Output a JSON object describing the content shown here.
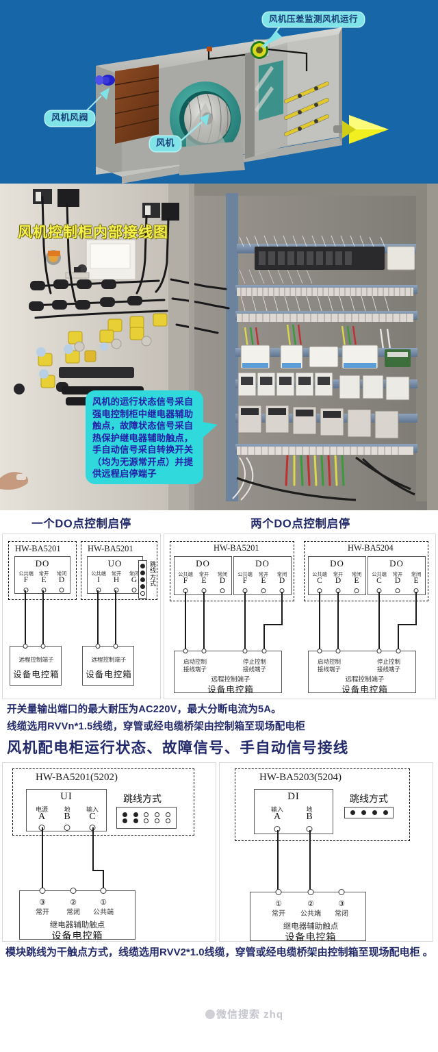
{
  "hero": {
    "background_color": "#1766a8",
    "callouts": [
      {
        "id": "pressure",
        "text": "风机压差监测风机运行"
      },
      {
        "id": "damper",
        "text": "风机风阀"
      },
      {
        "id": "fan",
        "text": "风机"
      }
    ]
  },
  "photo": {
    "title": "风机控制柜内部接线图",
    "note": "风机的运行状态信号采自强电控制柜中继电器辅助触点，故障状态信号采自热保护继电器辅助触点，手自动信号采自转换开关 （均为无源常开点）并提供远程启停端子"
  },
  "do_section": {
    "heading_left": "一个DO点控制启停",
    "heading_right": "两个DO点控制启停",
    "left_panel": {
      "modules": [
        {
          "title": "HW-BA5201",
          "io": "DO",
          "pins": [
            {
              "cn": "公共端",
              "id": "F"
            },
            {
              "cn": "常开",
              "id": "E"
            },
            {
              "cn": "常闭",
              "id": "D"
            }
          ]
        },
        {
          "title": "HW-BA5201",
          "io": "UO",
          "pins": [
            {
              "cn": "公共端",
              "id": "I"
            },
            {
              "cn": "常开",
              "id": "H"
            },
            {
              "cn": "常闭",
              "id": "G"
            }
          ]
        }
      ],
      "jumper_label": "跳线方式",
      "jumper_dots": [
        "filled",
        "filled",
        "filled",
        "filled",
        "open"
      ],
      "cabinets": [
        {
          "line1": "远程控制端子",
          "line2": "设备电控箱"
        },
        {
          "line1": "远程控制端子",
          "line2": "设备电控箱"
        }
      ]
    },
    "right_panel": {
      "groups": [
        {
          "title": "HW-BA5201",
          "modules": [
            {
              "io": "DO",
              "pins": [
                {
                  "cn": "公共端",
                  "id": "F"
                },
                {
                  "cn": "常开",
                  "id": "E"
                },
                {
                  "cn": "常闭",
                  "id": "D"
                }
              ]
            },
            {
              "io": "DO",
              "pins": [
                {
                  "cn": "公共端",
                  "id": "F"
                },
                {
                  "cn": "常开",
                  "id": "E"
                },
                {
                  "cn": "常闭",
                  "id": "D"
                }
              ]
            }
          ],
          "cabinet": {
            "start_label1": "启动控制",
            "start_label2": "接线端子",
            "stop_label1": "停止控制",
            "stop_label2": "接线端子",
            "mid": "远程控制端子",
            "bottom": "设备电控箱"
          }
        },
        {
          "title": "HW-BA5204",
          "modules": [
            {
              "io": "DO",
              "pins": [
                {
                  "cn": "公共端",
                  "id": "C"
                },
                {
                  "cn": "常开",
                  "id": "D"
                },
                {
                  "cn": "常闭",
                  "id": "E"
                }
              ]
            },
            {
              "io": "DO",
              "pins": [
                {
                  "cn": "公共端",
                  "id": "C"
                },
                {
                  "cn": "常开",
                  "id": "D"
                },
                {
                  "cn": "常闭",
                  "id": "E"
                }
              ]
            }
          ],
          "cabinet": {
            "start_label1": "启动控制",
            "start_label2": "接线端子",
            "stop_label1": "停止控制",
            "stop_label2": "接线端子",
            "mid": "远程控制端子",
            "bottom": "设备电控箱"
          }
        }
      ]
    }
  },
  "notes": {
    "line1": "开关量输出端口的最大耐压为AC220V，最大分断电流为5A。",
    "line2": "线缆选用RVVn*1.5线缆，穿管或经电缆桥架由控制箱至现场配电柜"
  },
  "signal_section": {
    "heading": "风机配电柜运行状态、故障信号、手自动信号接线",
    "left_panel": {
      "title": "HW-BA5201(5202)",
      "io": "UI",
      "pins": [
        {
          "cn": "电源",
          "id": "A"
        },
        {
          "cn": "地",
          "id": "B"
        },
        {
          "cn": "输入",
          "id": "C"
        }
      ],
      "jumper_label": "跳线方式",
      "cabinet": {
        "nums": [
          "③",
          "②",
          "①"
        ],
        "labels": [
          "常开",
          "常闭",
          "公共端"
        ],
        "mid": "继电器辅助触点",
        "bottom": "设备电控箱"
      }
    },
    "right_panel": {
      "title": "HW-BA5203(5204)",
      "io": "DI",
      "pins": [
        {
          "cn": "输入",
          "id": "A"
        },
        {
          "cn": "地",
          "id": "B"
        }
      ],
      "jumper_label": "跳线方式",
      "cabinet": {
        "nums": [
          "①",
          "②",
          "③"
        ],
        "labels": [
          "常开",
          "公共端",
          "常闭"
        ],
        "mid": "继电器辅助触点",
        "bottom": "设备电控箱"
      }
    }
  },
  "footer": {
    "text": "模块跳线为干触点方式，线缆选用RVV2*1.0线缆，穿管或经电缆桥架由控制箱至现场配电柜 。",
    "watermark": "微信搜索 zhq"
  }
}
